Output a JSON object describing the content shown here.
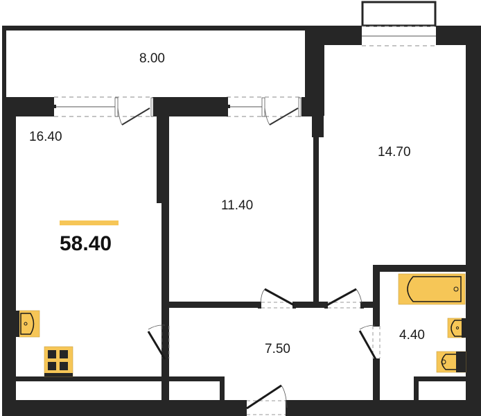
{
  "plan": {
    "type": "apartment-floor-plan",
    "total_area": "58.40",
    "accent_color": "#f6c657",
    "wall_color": "#262626",
    "rooms": [
      {
        "id": "balcony",
        "area": "8.00"
      },
      {
        "id": "kitchen-living",
        "area": "16.40"
      },
      {
        "id": "bedroom",
        "area": "11.40"
      },
      {
        "id": "bedroom-2",
        "area": "14.70"
      },
      {
        "id": "hallway",
        "area": "7.50"
      },
      {
        "id": "bathroom",
        "area": "4.40"
      }
    ],
    "fixtures": [
      {
        "id": "kitchen-sink",
        "icon": "sink-icon"
      },
      {
        "id": "stove",
        "icon": "stove-icon"
      },
      {
        "id": "bathtub",
        "icon": "bathtub-icon"
      },
      {
        "id": "washbasin",
        "icon": "washbasin-icon"
      },
      {
        "id": "toilet",
        "icon": "toilet-icon"
      }
    ]
  }
}
